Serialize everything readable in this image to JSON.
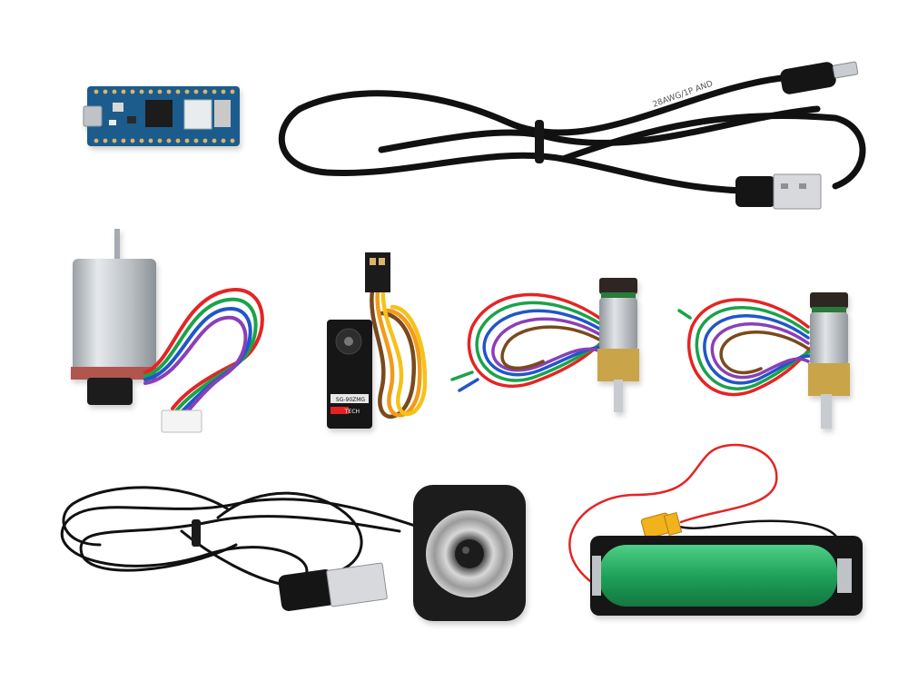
{
  "colors": {
    "background": "#ffffff",
    "board_blue": "#1f5b8c",
    "cable_black": "#111111",
    "motor_silver": "#c8ccd0",
    "battery_green": "#1fa25a",
    "wire_red": "#e52424",
    "wire_green": "#1aa34a",
    "wire_blue": "#2056c8",
    "wire_purple": "#8a3fb8",
    "servo_orange": "#f29a1a",
    "servo_yellow": "#f5c21a",
    "connector_yellow": "#f2b21c"
  },
  "labels": {
    "servo_brand": "TECH",
    "servo_model": "SG-90ZMG",
    "cable_print": "28AWG/1P AND"
  },
  "items": [
    {
      "name": "microcontroller-board",
      "icon": "pcb-icon"
    },
    {
      "name": "usb-micro-cable",
      "icon": "cable-icon"
    },
    {
      "name": "dc-motor",
      "icon": "motor-icon"
    },
    {
      "name": "servo-motor",
      "icon": "servo-icon"
    },
    {
      "name": "micro-gear-motor-left",
      "icon": "gearmotor-icon"
    },
    {
      "name": "micro-gear-motor-right",
      "icon": "gearmotor-icon"
    },
    {
      "name": "usb-webcam",
      "icon": "camera-icon"
    },
    {
      "name": "battery-holder",
      "icon": "battery-icon"
    }
  ]
}
